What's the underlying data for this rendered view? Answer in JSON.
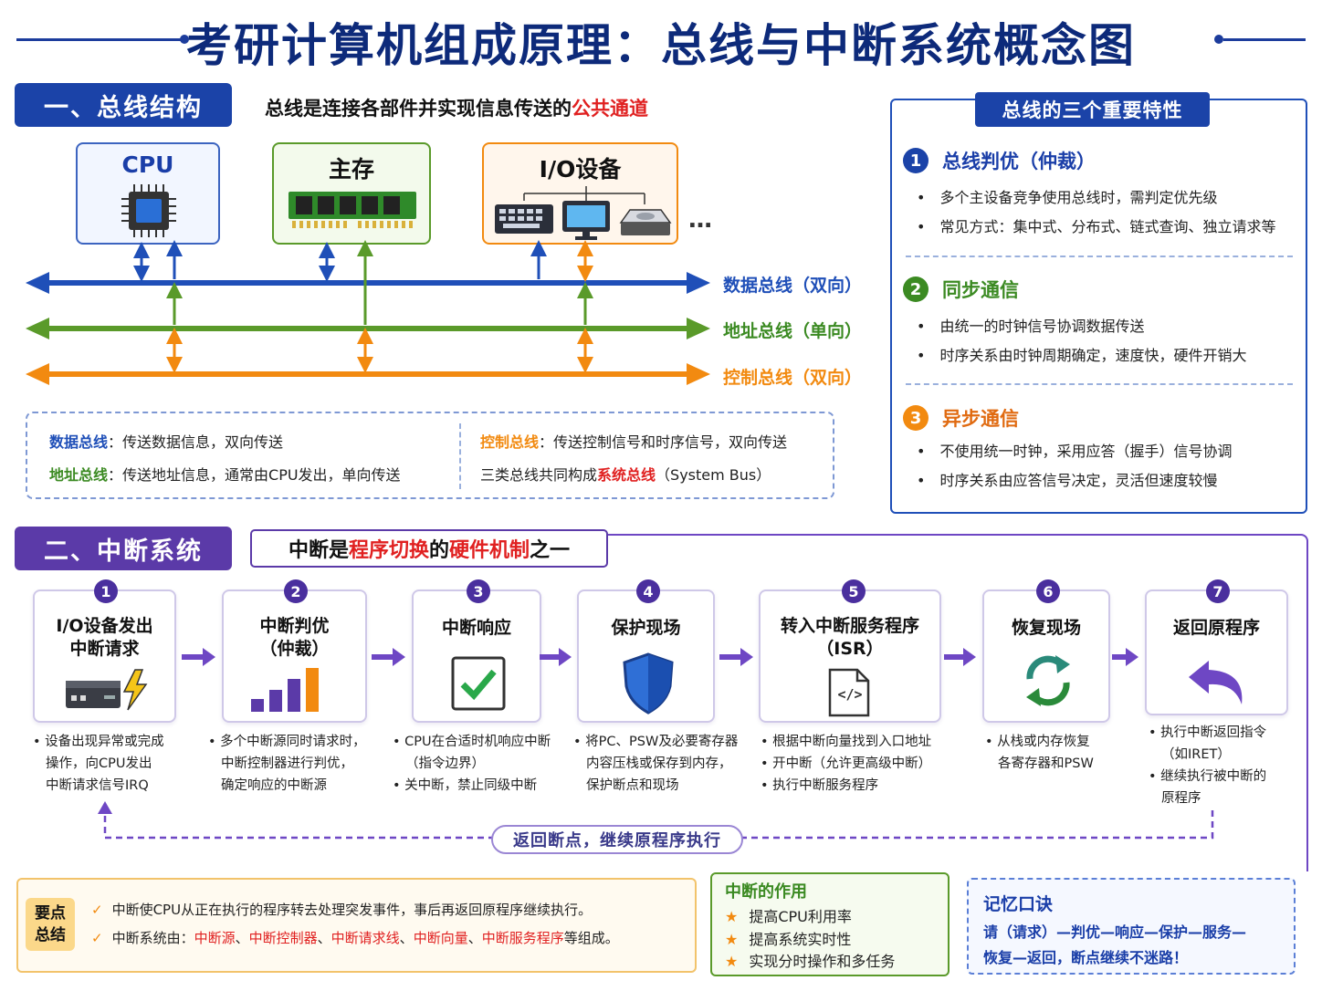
{
  "title": "考研计算机组成原理：总线与中断系统概念图",
  "bus_section": {
    "tag": "一、总线结构",
    "subtitle_pre": "总线是连接各部件并实现信息传送的",
    "subtitle_hl": "公共通道",
    "devices": [
      "CPU",
      "主存",
      "I/O设备"
    ],
    "more": "…",
    "buses": [
      "数据总线（双向）",
      "地址总线（单向）",
      "控制总线（双向）"
    ],
    "desc": {
      "data_name": "数据总线",
      "data_text": "：传送数据信息，双向传送",
      "addr_name": "地址总线",
      "addr_text": "：传送地址信息，通常由CPU发出，单向传送",
      "ctrl_name": "控制总线",
      "ctrl_text": "：传送控制信号和时序信号，双向传送",
      "sys_pre": "三类总线共同构成",
      "sys_hl": "系统总线",
      "sys_post": "（System Bus）"
    }
  },
  "features": {
    "title": "总线的三个重要特性",
    "items": [
      {
        "num": "1",
        "name": "总线判优（仲裁）",
        "points": [
          "多个主设备竞争使用总线时，需判定优先级",
          "常见方式：集中式、分布式、链式查询、独立请求等"
        ]
      },
      {
        "num": "2",
        "name": "同步通信",
        "points": [
          "由统一的时钟信号协调数据传送",
          "时序关系由时钟周期确定，速度快，硬件开销大"
        ]
      },
      {
        "num": "3",
        "name": "异步通信",
        "points": [
          "不使用统一时钟，采用应答（握手）信号协调",
          "时序关系由应答信号决定，灵活但速度较慢"
        ]
      }
    ]
  },
  "interrupt": {
    "tag": "二、中断系统",
    "sub_a": "中断是",
    "sub_b": "程序切换",
    "sub_c": "的",
    "sub_d": "硬件机制",
    "sub_e": "之一",
    "steps": [
      {
        "num": "1",
        "title1": "I/O设备发出",
        "title2": "中断请求",
        "desc": [
          "• 设备出现异常或完成",
          "操作，向CPU发出",
          "中断请求信号IRQ"
        ]
      },
      {
        "num": "2",
        "title1": "中断判优",
        "title2": "（仲裁）",
        "desc": [
          "• 多个中断源同时请求时，",
          "中断控制器进行判优，",
          "确定响应的中断源"
        ]
      },
      {
        "num": "3",
        "title1": "中断响应",
        "title2": "",
        "desc": [
          "• CPU在合适时机响应中断",
          "（指令边界）",
          "• 关中断，禁止同级中断"
        ]
      },
      {
        "num": "4",
        "title1": "保护现场",
        "title2": "",
        "desc": [
          "• 将PC、PSW及必要寄存器",
          "内容压栈或保存到内存，",
          "保护断点和现场"
        ]
      },
      {
        "num": "5",
        "title1": "转入中断服务程序",
        "title2": "（ISR）",
        "desc": [
          "• 根据中断向量找到入口地址",
          "• 开中断（允许更高级中断）",
          "• 执行中断服务程序"
        ]
      },
      {
        "num": "6",
        "title1": "恢复现场",
        "title2": "",
        "desc": [
          "• 从栈或内存恢复",
          "各寄存器和PSW"
        ]
      },
      {
        "num": "7",
        "title1": "返回原程序",
        "title2": "",
        "desc": [
          "• 执行中断返回指令",
          "（如IRET）",
          "• 继续执行被中断的",
          "原程序"
        ]
      }
    ],
    "return_label": "返回断点，继续原程序执行",
    "isr_code": "</>"
  },
  "summary": {
    "tag1": "要点",
    "tag2": "总结",
    "line1": "中断使CPU从正在执行的程序转去处理突发事件，事后再返回原程序继续执行。",
    "line2_pre": "中断系统由：",
    "parts": [
      "中断源",
      "中断控制器",
      "中断请求线",
      "中断向量",
      "中断服务程序"
    ],
    "sep": "、",
    "line2_post": "等组成。",
    "check": "✓"
  },
  "role": {
    "title": "中断的作用",
    "star": "★",
    "items": [
      "提高CPU利用率",
      "提高系统实时性",
      "实现分时操作和多任务"
    ]
  },
  "mnemonic": {
    "title": "记忆口诀",
    "line1": "请（请求）—判优—响应—保护—服务—",
    "line2": "恢复—返回，断点继续不迷路！"
  },
  "colors": {
    "navy": "#0d2a7a",
    "blue": "#1f4fb8",
    "green": "#5a9a2a",
    "orange": "#f28a10",
    "purple": "#5b3aa8",
    "red": "#e02020"
  }
}
